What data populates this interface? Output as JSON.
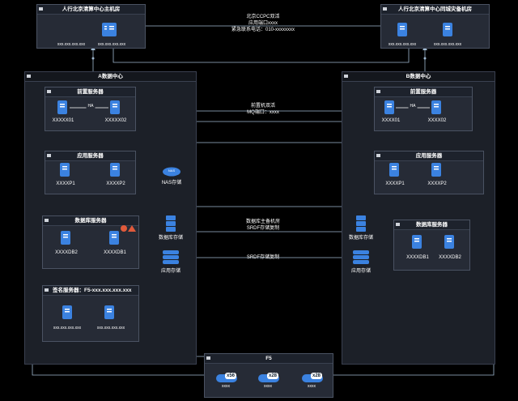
{
  "top_left": {
    "title": "人行北京清算中心主机房",
    "servers": [
      "xxx.xxx.xxx.xxx",
      "xxx.xxx.xxx.xxx"
    ]
  },
  "top_right": {
    "title": "人行北京清算中心同城灾备机房",
    "servers": [
      "xxx.xxx.xxx.xxx",
      "xxx.xxx.xxx.xxx"
    ]
  },
  "top_link": {
    "line1": "北京CCPC双活",
    "line2": "应用端口xxxx",
    "line3": "紧急联系电话：010-xxxxxxxx"
  },
  "dc_a": {
    "title": "A数据中心",
    "front": {
      "title": "前置服务器",
      "servers": [
        "XXXXX01",
        "XXXXX02"
      ],
      "ha": "HA"
    },
    "app": {
      "title": "应用服务器",
      "servers": [
        "XXXXP1",
        "XXXXP2"
      ]
    },
    "nas": {
      "icon_text": "NAS",
      "label": "NAS存储"
    },
    "db": {
      "title": "数据库服务器",
      "servers": [
        "XXXXDB2",
        "XXXXDB1"
      ]
    },
    "db_storage": "数据库存储",
    "app_storage": "应用存储",
    "sign": {
      "title": "签名服务器：F5-xxx.xxx.xxx.xxx",
      "servers": [
        "xxx.xxx.xxx.xxx",
        "xxx.xxx.xxx.xxx"
      ]
    }
  },
  "dc_b": {
    "title": "B数据中心",
    "front": {
      "title": "前置服务器",
      "servers": [
        "XXXX01",
        "XXXX02"
      ],
      "ha": "HA"
    },
    "app": {
      "title": "应用服务器",
      "servers": [
        "XXXXP1",
        "XXXXP2"
      ]
    },
    "db": {
      "title": "数据库服务器",
      "servers": [
        "XXXXDB1",
        "XXXXDB2"
      ]
    },
    "db_storage": "数据库存储",
    "app_storage": "应用存储"
  },
  "mid_links": {
    "front": {
      "line1": "前置机双活",
      "line2": "MQ端口：xxxx"
    },
    "db": {
      "line1": "数据库主备机房",
      "line2": "SRDF存储复制"
    },
    "app_storage": {
      "line1": "SRDF存储复制"
    }
  },
  "f5": {
    "title": "F5",
    "devices": [
      {
        "badge": "x56",
        "label": "xxxx"
      },
      {
        "badge": "x28",
        "label": "xxxx"
      },
      {
        "badge": "x28",
        "label": "xxxx"
      }
    ]
  },
  "colors": {
    "wire": "#9fb8d0",
    "server": "#3b82e0",
    "panel": "#262b36",
    "alert": "#e05a3b"
  }
}
